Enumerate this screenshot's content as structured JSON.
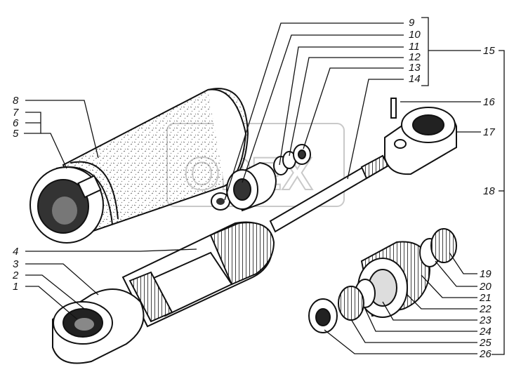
{
  "watermark": "OPEX",
  "labels": {
    "l1": "1",
    "l2": "2",
    "l3": "3",
    "l4": "4",
    "l5": "5",
    "l6": "6",
    "l7": "7",
    "l8": "8",
    "l9": "9",
    "l10": "10",
    "l11": "11",
    "l12": "12",
    "l13": "13",
    "l14": "14",
    "l15": "15",
    "l16": "16",
    "l17": "17",
    "l18": "18",
    "l19": "19",
    "l20": "20",
    "l21": "21",
    "l22": "22",
    "l23": "23",
    "l24": "24",
    "l25": "25",
    "l26": "26"
  },
  "colors": {
    "ink": "#111111",
    "paper": "#ffffff",
    "watermark": "#c9c9c9"
  }
}
